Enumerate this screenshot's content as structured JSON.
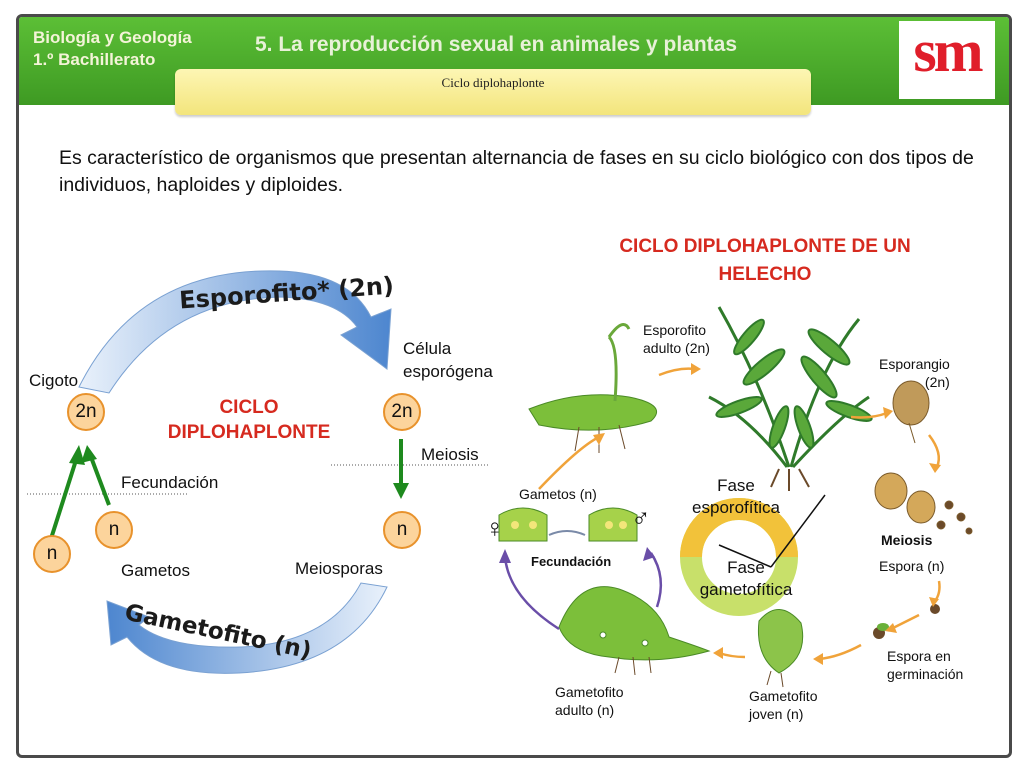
{
  "header": {
    "subject_line1": "Biología y Geología",
    "subject_line2": "1.º Bachillerato",
    "unit_title": "5. La reproducción sexual  en animales y plantas",
    "logo": "sm",
    "banner": "Ciclo diplohaplonte"
  },
  "intro": "Es característico de organismos que presentan alternancia de fases en su ciclo biológico con dos tipos de individuos, haploides y diploides.",
  "left_cycle": {
    "title_line1": "CICLO",
    "title_line2": "DIPLOHAPLONTE",
    "top_arrow_label": "Esporofito* (2n)",
    "bottom_arrow_label": "Gametofito (n)",
    "cigoto": "Cigoto",
    "celula_line1": "Célula",
    "celula_line2": "esporógena",
    "fecundacion": "Fecundación",
    "meiosis": "Meiosis",
    "gametos": "Gametos",
    "meiosporas": "Meiosporas",
    "ploidy_2n": "2n",
    "ploidy_n": "n"
  },
  "fern_cycle": {
    "title_line1": "CICLO DIPLOHAPLONTE DE UN",
    "title_line2": "HELECHO",
    "esporofito_line1": "Esporofito",
    "esporofito_line2": "adulto (2n)",
    "esporangio_line1": "Esporangio",
    "esporangio_line2": "(2n)",
    "meiosis": "Meiosis",
    "espora": "Espora (n)",
    "germ_line1": "Espora en",
    "germ_line2": "germinación",
    "gam_joven_line1": "Gametofito",
    "gam_joven_line2": "joven (n)",
    "gam_adulto_line1": "Gametofito",
    "gam_adulto_line2": "adulto (n)",
    "gametos": "Gametos (n)",
    "fecundacion": "Fecundación",
    "female_symbol": "♀",
    "male_symbol": "♂",
    "fase1_line1": "Fase",
    "fase1_line2": "esporofítica",
    "fase2_line1": "Fase",
    "fase2_line2": "gametofítica"
  }
}
